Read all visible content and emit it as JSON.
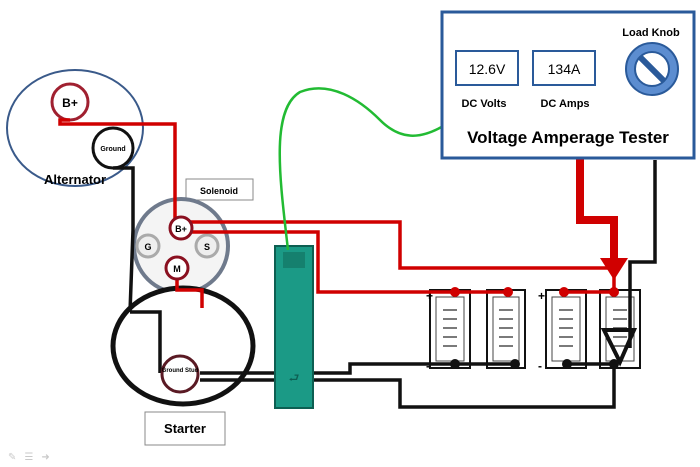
{
  "components": {
    "alternator": {
      "label": "Alternator",
      "terminal_bplus": "B+",
      "terminal_ground": "Ground"
    },
    "solenoid": {
      "label": "Solenoid",
      "terminal_bplus": "B+",
      "terminal_g": "G",
      "terminal_s": "S",
      "terminal_m": "M"
    },
    "starter": {
      "label": "Starter",
      "terminal_ground_stud": "Ground Stud"
    },
    "tester": {
      "title": "Voltage Amperage Tester",
      "volts_value": "12.6V",
      "volts_label": "DC Volts",
      "amps_value": "134A",
      "amps_label": "DC Amps",
      "knob_label": "Load Knob"
    },
    "batteries": [
      {
        "plus": "+",
        "minus": "-"
      },
      {
        "plus": "",
        "minus": ""
      },
      {
        "plus": "+",
        "minus": "-"
      },
      {
        "plus": "",
        "minus": ""
      }
    ]
  },
  "colors": {
    "red_wire": "#d00000",
    "black_wire": "#111111",
    "green_wire": "#22bb33",
    "tester_border": "#2a5a9a",
    "alternator_border": "#3a5a8a",
    "clamp_body": "#1b9a86",
    "knob_fill": "#5c8dd0"
  }
}
